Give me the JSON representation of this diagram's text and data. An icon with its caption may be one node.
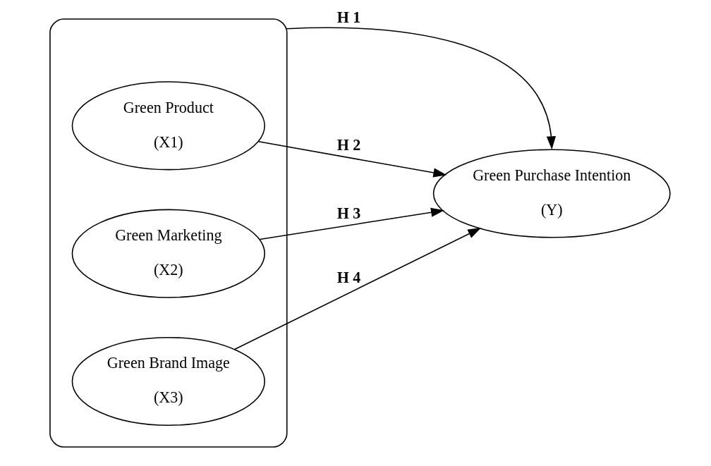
{
  "diagram": {
    "nodes": [
      {
        "text": [],
        "shape": "box"
      },
      {
        "text": [
          "Green Product",
          "(X1)"
        ],
        "in": 0
      },
      {
        "text": [
          "Green Marketing",
          "(X2)"
        ],
        "in": 0
      },
      {
        "text": [
          "Green Brand Image",
          "(X3)"
        ],
        "in": 0
      },
      {
        "text": [
          "Green Purchase Intention",
          "(Y)"
        ]
      }
    ],
    "edges": [
      {
        "from": 0,
        "to": 4,
        "arrow": "to",
        "label": "H 1"
      },
      {
        "from": 1,
        "to": 4,
        "arrow": "to",
        "label": "H 2"
      },
      {
        "from": 2,
        "to": 4,
        "arrow": "to",
        "label": "H 3"
      },
      {
        "from": 3,
        "to": 4,
        "arrow": "to",
        "label": "H 4"
      }
    ]
  }
}
